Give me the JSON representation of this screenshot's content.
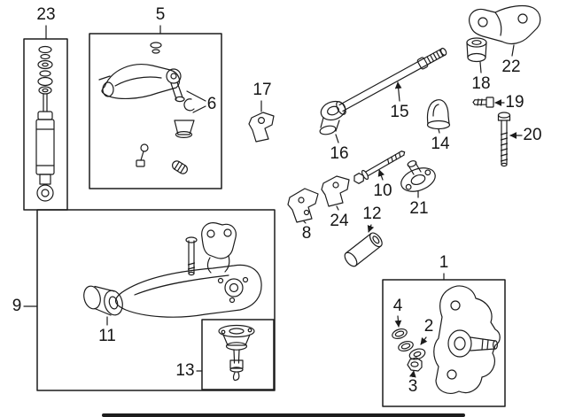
{
  "colors": {
    "background": "#ffffff",
    "line": "#1c1c1c",
    "label_text": "#151515"
  },
  "labels": {
    "l1": "1",
    "l2": "2",
    "l3": "3",
    "l4": "4",
    "l5": "5",
    "l6": "6",
    "l8": "8",
    "l9": "9",
    "l10": "10",
    "l11": "11",
    "l12": "12",
    "l13": "13",
    "l14": "14",
    "l15": "15",
    "l16": "16",
    "l17": "17",
    "l18": "18",
    "l19": "19",
    "l20": "20",
    "l21": "21",
    "l22": "22",
    "l23": "23",
    "l24": "24"
  }
}
